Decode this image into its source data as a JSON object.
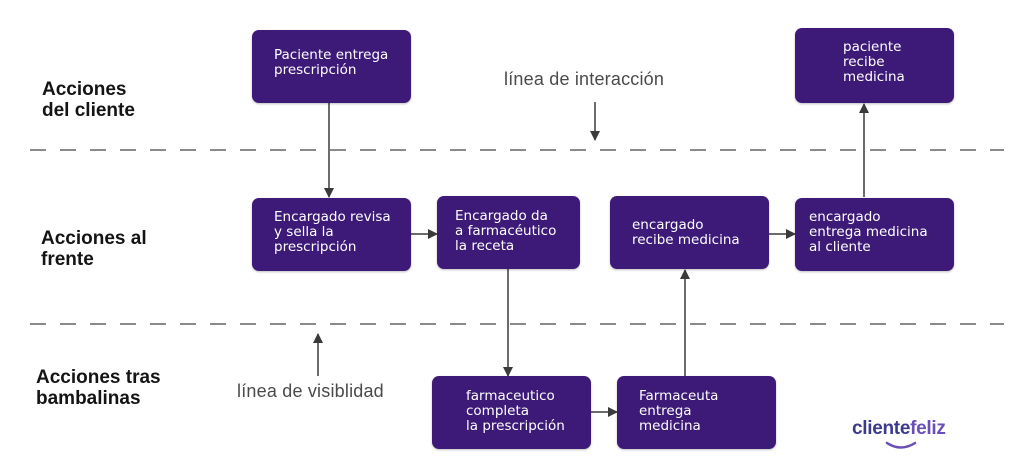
{
  "lanes": {
    "client": "Acciones\ndel cliente",
    "front": "Acciones al\nfrente",
    "back": "Acciones tras\nbambalinas"
  },
  "notes": {
    "interaction": "línea de interacción",
    "visibility": "línea de visiblidad"
  },
  "boxes": {
    "b1": "Paciente entrega\nprescripción",
    "b2": "paciente\nrecibe\nmedicina",
    "b3": "Encargado revisa\ny sella la\nprescripción",
    "b4": "Encargado  da\na farmacéutico\nla receta",
    "b5": "encargado\nrecibe medicina",
    "b6": "encargado\nentrega medicina\nal cliente",
    "b7": "farmaceutico\ncompleta\nla prescripción",
    "b8": "Farmaceuta\nentrega\nmedicina"
  },
  "logo": {
    "part1": "cliente",
    "part2": "feliz"
  },
  "colors": {
    "box": "#3d1a78",
    "line": "#8a8a8a",
    "arrow": "#3a3a3a"
  }
}
